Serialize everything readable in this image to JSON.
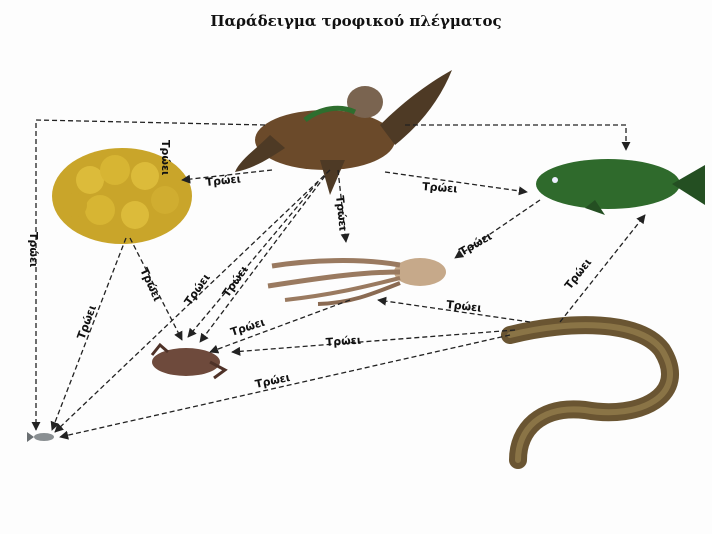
{
  "title": "Παράδειγμα τροφικού πλέγματος",
  "edge_label": "Τρώει",
  "organisms": [
    {
      "id": "turtle",
      "icon": "sea-turtle-icon"
    },
    {
      "id": "coral",
      "icon": "coral-sponge-icon"
    },
    {
      "id": "fish",
      "icon": "grouper-fish-icon"
    },
    {
      "id": "octopus",
      "icon": "octopus-icon"
    },
    {
      "id": "crab",
      "icon": "crab-icon"
    },
    {
      "id": "eel",
      "icon": "moray-eel-icon"
    },
    {
      "id": "small-fish",
      "icon": "small-fish-icon"
    }
  ],
  "relations": [
    {
      "from": "turtle",
      "to": "coral"
    },
    {
      "from": "turtle",
      "to": "fish"
    },
    {
      "from": "turtle",
      "to": "octopus"
    },
    {
      "from": "turtle",
      "to": "crab"
    },
    {
      "from": "turtle",
      "to": "small-fish"
    },
    {
      "from": "turtle",
      "to": "small-fish"
    },
    {
      "from": "fish",
      "to": "octopus"
    },
    {
      "from": "coral",
      "to": "crab"
    },
    {
      "from": "coral",
      "to": "small-fish"
    },
    {
      "from": "octopus",
      "to": "crab"
    },
    {
      "from": "eel",
      "to": "octopus"
    },
    {
      "from": "eel",
      "to": "crab"
    },
    {
      "from": "eel",
      "to": "small-fish"
    },
    {
      "from": "eel",
      "to": "fish"
    }
  ]
}
